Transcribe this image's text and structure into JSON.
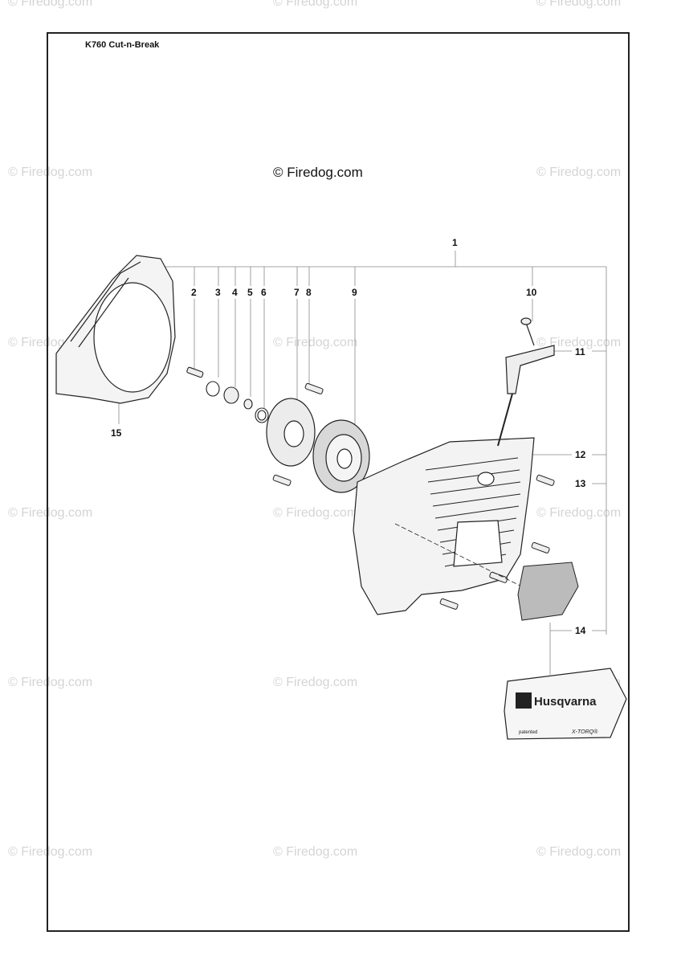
{
  "title": "K760 Cut-n-Break",
  "copyright": "© Firedog.com",
  "watermark_text": "© Firedog.com",
  "part_labels": [
    "1",
    "2",
    "3",
    "4",
    "5",
    "6",
    "7",
    "8",
    "9",
    "10",
    "11",
    "12",
    "13",
    "14",
    "15"
  ],
  "decal": {
    "brand": "Husqvarna",
    "left_text": "patented",
    "right_text": "X-TORQ®"
  },
  "colors": {
    "line": "#222222",
    "watermark": "#d4d4d4",
    "part_fill": "#f2f2f2"
  }
}
